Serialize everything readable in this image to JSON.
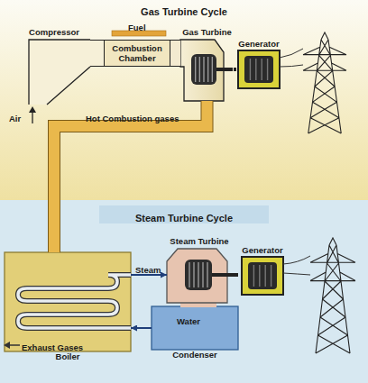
{
  "diagram": {
    "title": "Gas Turbine Cycle",
    "nodes": [
      {
        "text": [
          "Compressor"
        ]
      },
      {
        "text": [
          "Combustion Chamber"
        ]
      },
      {
        "text": [
          "Gas Turbine"
        ]
      },
      {
        "text": [
          "Generator"
        ]
      },
      {
        "text": [
          "Steam Turbine"
        ]
      },
      {
        "text": [
          "Generator"
        ]
      },
      {
        "text": [
          "Boiler"
        ]
      },
      {
        "text": [
          "Condenser"
        ]
      }
    ],
    "edges": [
      {
        "from": 0,
        "to": 1,
        "arrow": "none"
      },
      {
        "from": 1,
        "to": 2,
        "arrow": "none"
      },
      {
        "from": 2,
        "to": 3,
        "arrow": "none"
      },
      {
        "from": 2,
        "to": 6,
        "label": "Hot Combustion gases",
        "arrow": "none"
      },
      {
        "from": 6,
        "to": 4,
        "label": "Steam",
        "arrow": "to"
      },
      {
        "from": 4,
        "to": 5,
        "arrow": "none"
      },
      {
        "from": 7,
        "to": 6,
        "label": "Water",
        "arrow": "to"
      }
    ],
    "labels": [
      "Fuel",
      "Air",
      "Steam Turbine Cycle",
      "Exhaust Gases"
    ]
  }
}
